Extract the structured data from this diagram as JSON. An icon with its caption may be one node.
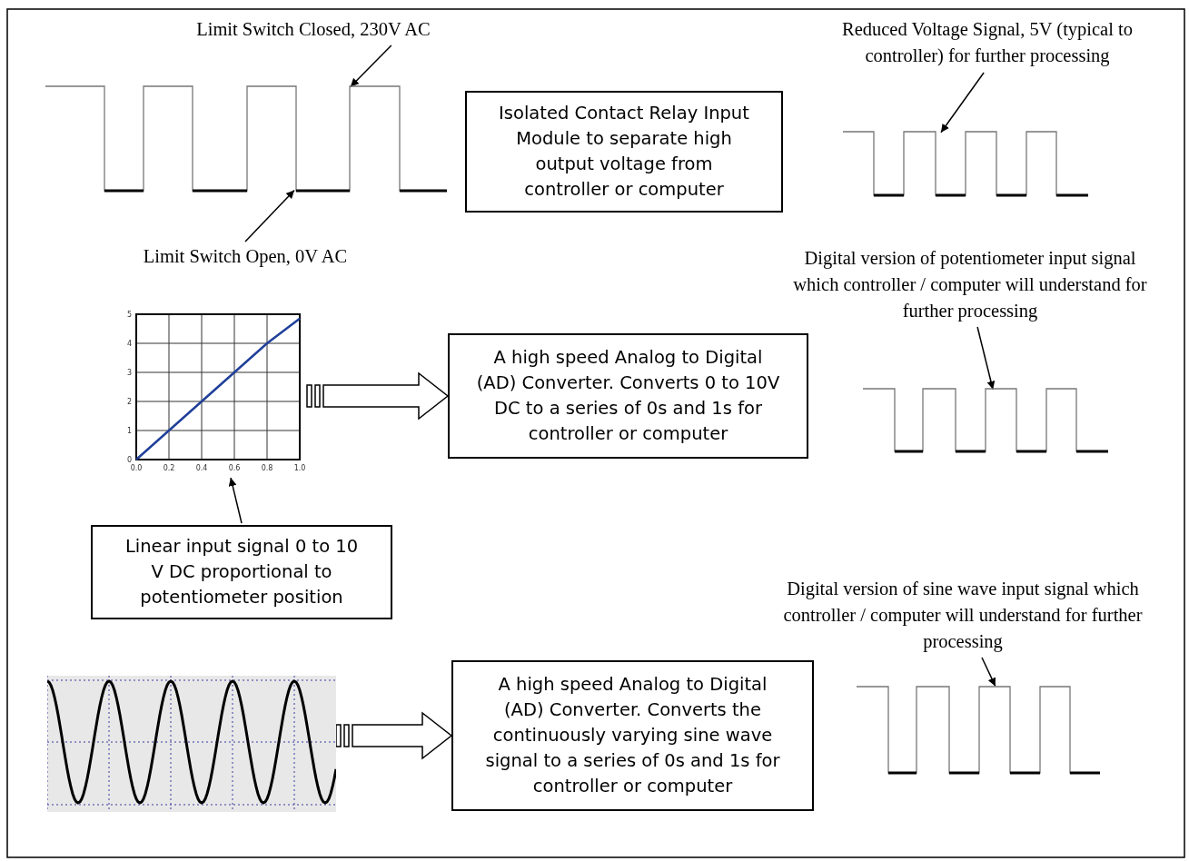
{
  "diagram": {
    "nodes": [
      {
        "text": [
          "Limit Switch Closed, 230V AC"
        ]
      },
      {
        "text": [
          "Reduced Voltage Signal, 5V (typical to controller) for further processing"
        ]
      },
      {
        "text": [],
        "shape": "picture"
      },
      {
        "text": [
          "Isolated Contact Relay Input Module to separate high output voltage from controller or computer"
        ]
      },
      {
        "text": [],
        "shape": "picture"
      },
      {
        "text": [
          "Limit Switch Open, 0V AC"
        ]
      },
      {
        "text": [
          "Digital version of potentiometer input signal which controller / computer will understand for further processing"
        ]
      },
      {
        "text": [],
        "shape": "box"
      },
      {
        "text": [
          "A high speed Analog to Digital (AD) Converter. Converts 0 to 10V DC to a series of 0s and 1s for controller or computer"
        ]
      },
      {
        "text": [],
        "shape": "picture"
      },
      {
        "text": [
          "Linear input signal 0 to 10 V DC proportional to potentiometer position"
        ]
      },
      {
        "text": [
          "Digital version of sine wave input signal which controller / computer will understand for further processing"
        ]
      },
      {
        "text": [],
        "shape": "picture"
      },
      {
        "text": [
          "A high speed Analog to Digital (AD) Converter. Converts the continuously varying sine wave signal to a series of 0s and 1s for controller or computer"
        ]
      },
      {
        "text": [],
        "shape": "picture"
      }
    ],
    "edges": [
      {
        "from": 0,
        "to": 2,
        "arrow": "to"
      },
      {
        "from": 5,
        "to": 2,
        "arrow": "to"
      },
      {
        "from": 1,
        "to": 4,
        "arrow": "to"
      },
      {
        "from": 6,
        "to": 9,
        "arrow": "to"
      },
      {
        "from": 10,
        "to": 7,
        "arrow": "to"
      },
      {
        "from": 7,
        "to": 8,
        "arrow": "to",
        "style": "thick"
      },
      {
        "from": 11,
        "to": 14,
        "arrow": "to"
      },
      {
        "from": 12,
        "to": 13,
        "arrow": "to",
        "style": "thick"
      }
    ],
    "chart_data": {
      "type": "line",
      "x": [
        0,
        0.2,
        0.4,
        0.6,
        0.8,
        1.0
      ],
      "series": [
        {
          "color": "#1f3f99",
          "values": [
            0,
            1,
            2,
            3,
            4,
            4.85
          ]
        }
      ],
      "xlim": [
        0,
        1
      ],
      "ylim": [
        0,
        5
      ],
      "xticks": [
        {
          "value": 0,
          "label": "0.0"
        },
        {
          "value": 0.2,
          "label": "0.2"
        },
        {
          "value": 0.4,
          "label": "0.4"
        },
        {
          "value": 0.6,
          "label": "0.6"
        },
        {
          "value": 0.8,
          "label": "0.8"
        },
        {
          "value": 1,
          "label": "1.0"
        }
      ],
      "yticks": [
        0,
        1,
        2,
        3,
        4,
        5
      ],
      "grid": true
    }
  }
}
